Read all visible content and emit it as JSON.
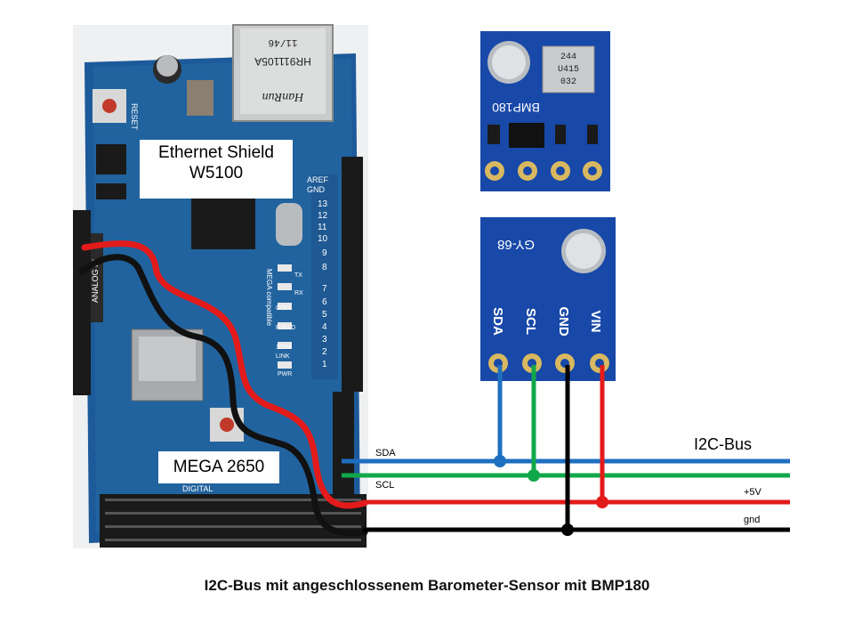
{
  "labels": {
    "ethernet_shield_line1": "Ethernet Shield",
    "ethernet_shield_line2": "W5100",
    "mega": "MEGA 2650",
    "caption": "I2C-Bus mit angeschlossenem Barometer-Sensor mit BMP180",
    "bus_title": "I2C-Bus"
  },
  "bus_lines": [
    {
      "name": "SDA",
      "color": "#1f6fc0"
    },
    {
      "name": "SCL",
      "color": "#10a84a"
    },
    {
      "name": "+5V",
      "color": "#e31b1b"
    },
    {
      "name": "gnd",
      "color": "#000000"
    }
  ],
  "sensor_board_1": {
    "chip_text": [
      "244",
      "U415",
      "032"
    ],
    "silkscreen": "BMP180"
  },
  "sensor_board_2": {
    "silkscreen": "GY-68",
    "pins": [
      "SDA",
      "SCL",
      "GND",
      "VIN"
    ]
  },
  "ethernet_jack_text": [
    "11/46",
    "HR911105A",
    "HanRun"
  ],
  "board_silkscreen": [
    "RESET",
    "AREF",
    "GND",
    "13",
    "12",
    "11",
    "10",
    "9",
    "8",
    "7",
    "6",
    "5",
    "4",
    "3",
    "2",
    "1",
    "TX",
    "RX",
    "COLL",
    "FULLD",
    "100M",
    "LINK",
    "PWR",
    "ANALOG IN",
    "MEGA compatible",
    "DIGITAL"
  ],
  "colors": {
    "pcb_blue": "#1d5a9a",
    "sensor_blue": "#1848a8",
    "header_black": "#1a1a1a"
  }
}
